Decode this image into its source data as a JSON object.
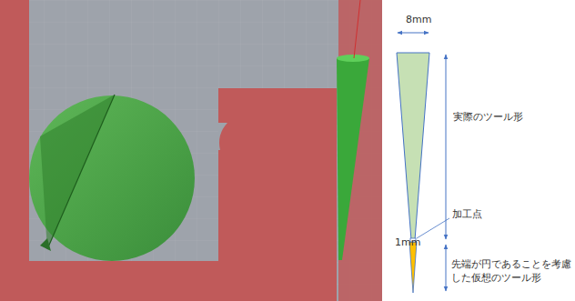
{
  "diagram": {
    "labels": [
      "8mm",
      "実際のツール形",
      "加工点",
      "1mm",
      "先端が円であることを考慮した仮想のツール形"
    ]
  }
}
